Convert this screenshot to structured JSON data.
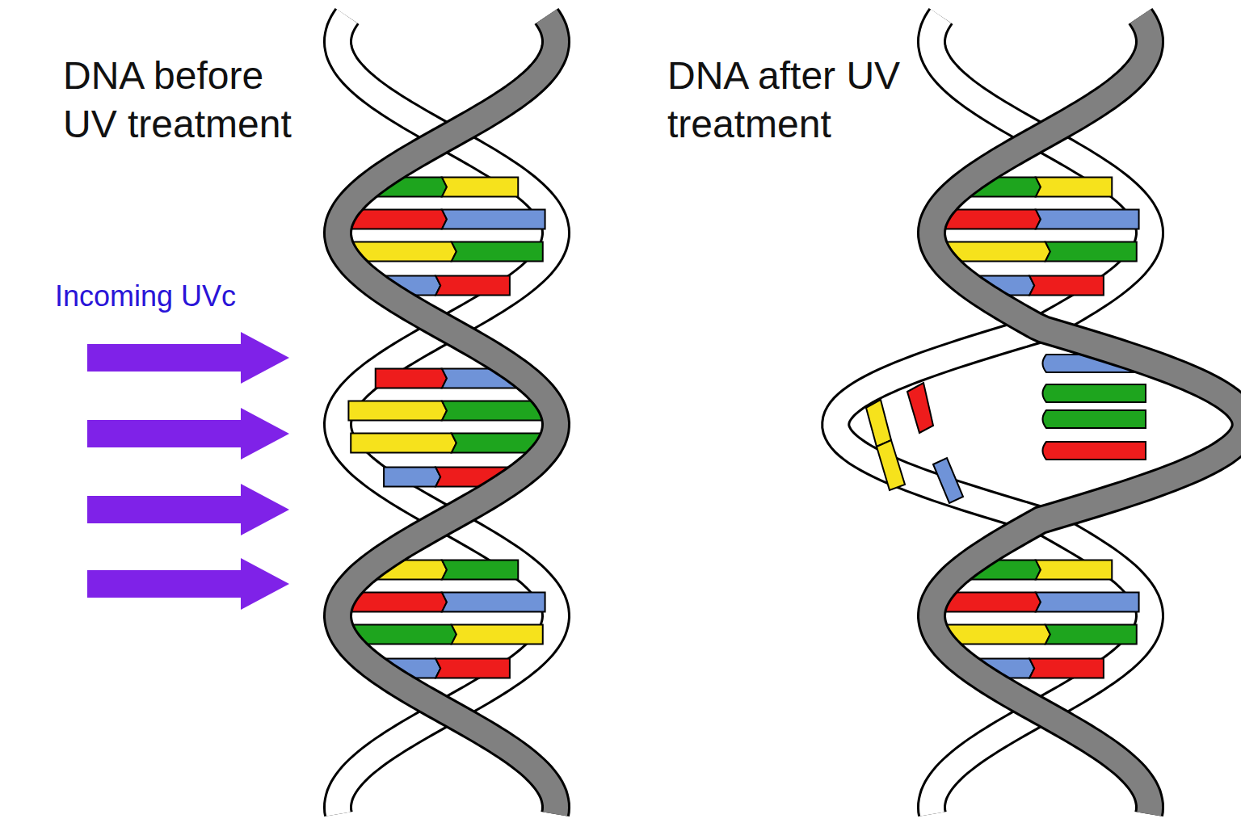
{
  "diagram": {
    "labels": [
      "DNA before UV treatment",
      "Incoming UVc",
      "DNA after UV treatment"
    ]
  }
}
